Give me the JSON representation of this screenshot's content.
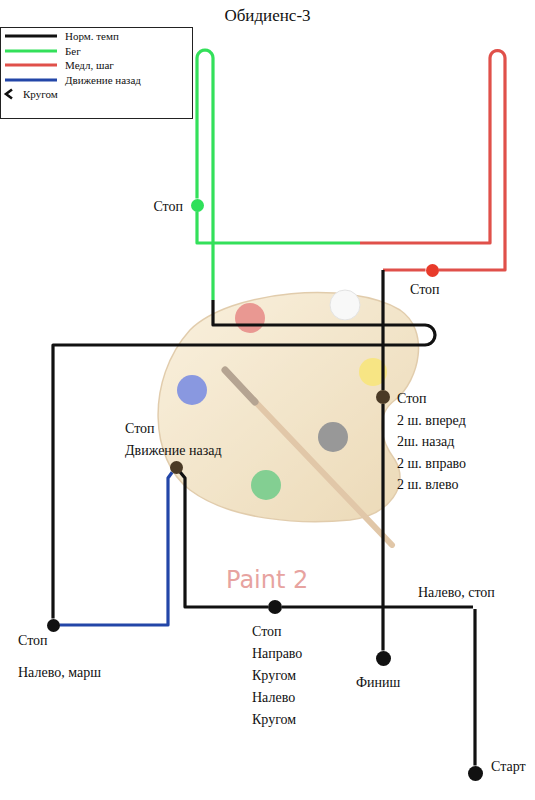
{
  "diagram": {
    "title": "Обидиенс-3",
    "nodes": [
      {
        "text": [
          "Стоп"
        ]
      },
      {
        "text": [
          "Стоп"
        ]
      },
      {
        "text": [
          "Стоп",
          "2 ш. вперед",
          "2ш. назад",
          "2 ш. вправо",
          "2 ш. влево"
        ]
      },
      {
        "text": [
          "Стоп",
          "Движение назад"
        ]
      },
      {
        "text": [
          "Налево, стоп"
        ]
      },
      {
        "text": [
          "Стоп",
          "Налево, марш"
        ]
      },
      {
        "text": [
          "Стоп",
          "Направо",
          "Кругом",
          "Налево",
          "Кругом"
        ]
      },
      {
        "text": [
          "Финиш"
        ]
      },
      {
        "text": [
          "Старт"
        ]
      }
    ],
    "edges": [
      {
        "from": 8,
        "to": 4,
        "arrow": "none"
      },
      {
        "from": 4,
        "to": 6,
        "arrow": "none"
      },
      {
        "from": 6,
        "to": 3,
        "arrow": "none"
      },
      {
        "from": 3,
        "to": 5,
        "arrow": "none"
      },
      {
        "from": 5,
        "to": 0,
        "arrow": "none"
      },
      {
        "from": 0,
        "to": 1,
        "arrow": "none"
      },
      {
        "from": 1,
        "to": 2,
        "arrow": "none"
      },
      {
        "from": 2,
        "to": 7,
        "arrow": "none"
      }
    ],
    "labels": [
      "Paint 2"
    ],
    "legend": [
      {
        "text": "Норм. темп",
        "color": "#111111"
      },
      {
        "text": "Бег",
        "color": "#33e05a"
      },
      {
        "text": "Медл, шаг",
        "color": "#e0504a"
      },
      {
        "text": "Движение назад",
        "color": "#2346a8"
      },
      {
        "text": "Кругом"
      }
    ]
  }
}
